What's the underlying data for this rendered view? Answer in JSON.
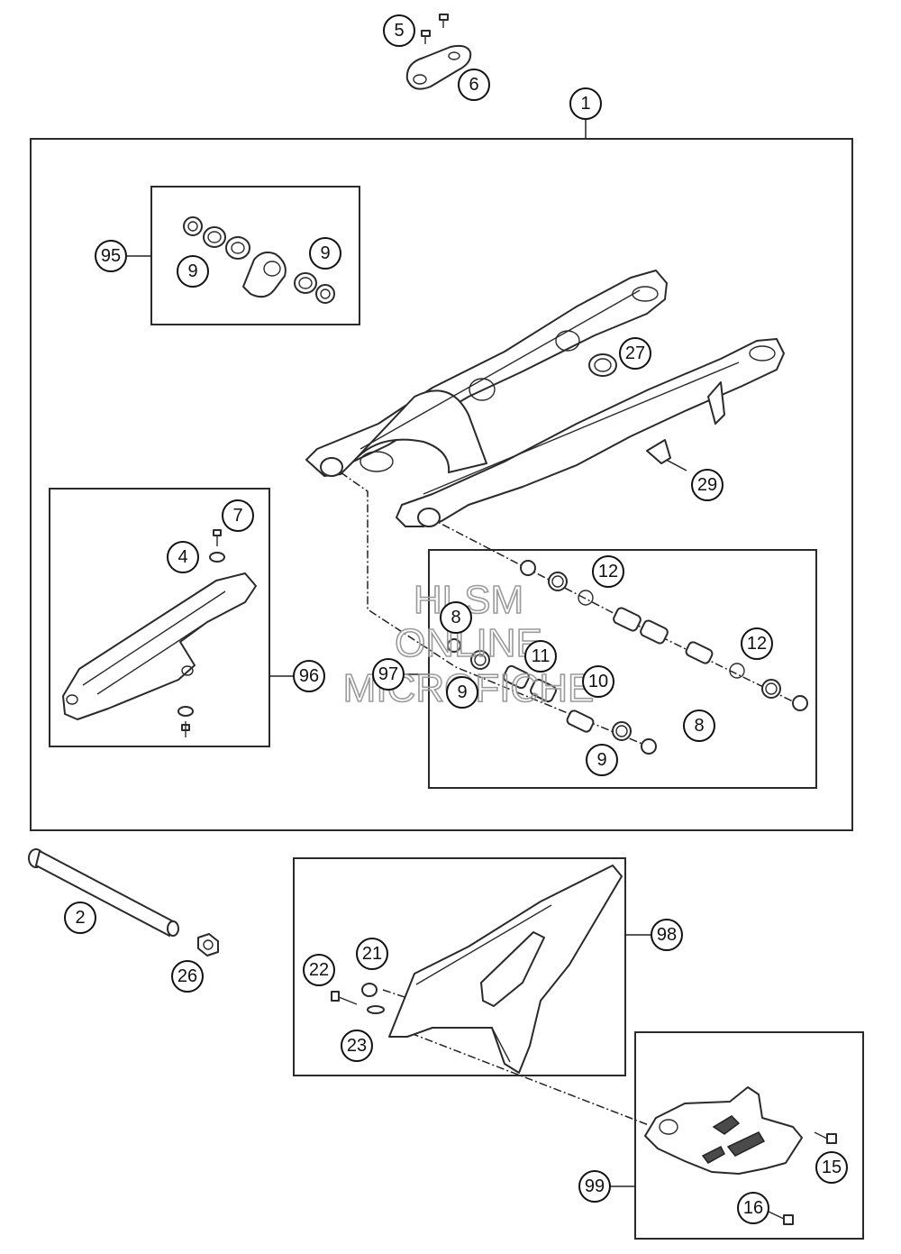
{
  "callouts": {
    "c1": "1",
    "c2": "2",
    "c4": "4",
    "c5": "5",
    "c6": "6",
    "c7": "7",
    "c8a": "8",
    "c8b": "8",
    "c9a": "9",
    "c9b": "9",
    "c9c": "9",
    "c9d": "9",
    "c10": "10",
    "c11": "11",
    "c12a": "12",
    "c12b": "12",
    "c15": "15",
    "c16": "16",
    "c21": "21",
    "c22": "22",
    "c23": "23",
    "c26": "26",
    "c27": "27",
    "c29": "29",
    "c95": "95",
    "c96": "96",
    "c97": "97",
    "c98": "98",
    "c99": "99"
  },
  "watermark": {
    "line1": "HLSM",
    "line2": "ONLINE",
    "line3": "MICROFICHE"
  }
}
